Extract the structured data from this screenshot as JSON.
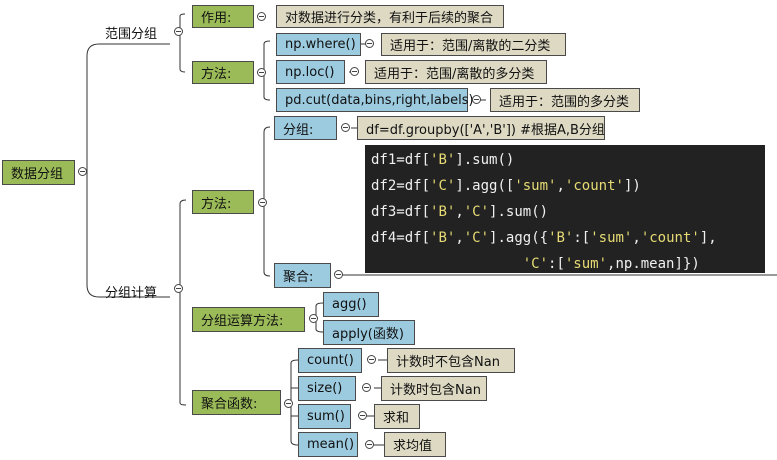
{
  "mindmap": {
    "root": "数据分组",
    "branch1": {
      "label": "范围分组",
      "zuoyong": {
        "label": "作用:",
        "note": "对数据进行分类，有利于后续的聚合"
      },
      "fangfa": {
        "label": "方法:",
        "items": [
          {
            "label": "np.where()",
            "note": "适用于：范围/离散的二分类"
          },
          {
            "label": "np.loc()",
            "note": "适用于：范围/离散的多分类"
          },
          {
            "label": "pd.cut(data,bins,right,labels)",
            "note": "适用于：范围的多分类"
          }
        ]
      }
    },
    "branch2": {
      "label": "分组计算",
      "fangfa": {
        "label": "方法:",
        "fenzu": {
          "label": "分组:",
          "note": "df=df.groupby(['A','B'])  #根据A,B分组"
        },
        "juhe": {
          "label": "聚合:",
          "code": [
            [
              {
                "t": "df1=df[",
                "s": false
              },
              {
                "t": "'B'",
                "s": true
              },
              {
                "t": "].sum()",
                "s": false
              }
            ],
            [
              {
                "t": "df2=df[",
                "s": false
              },
              {
                "t": "'C'",
                "s": true
              },
              {
                "t": "].agg([",
                "s": false
              },
              {
                "t": "'sum'",
                "s": true
              },
              {
                "t": ",",
                "s": false
              },
              {
                "t": "'count'",
                "s": true
              },
              {
                "t": "])",
                "s": false
              }
            ],
            [
              {
                "t": "df3=df[",
                "s": false
              },
              {
                "t": "'B'",
                "s": true
              },
              {
                "t": ",",
                "s": false
              },
              {
                "t": "'C'",
                "s": true
              },
              {
                "t": "].sum()",
                "s": false
              }
            ],
            [
              {
                "t": "df4=df[",
                "s": false
              },
              {
                "t": "'B'",
                "s": true
              },
              {
                "t": ",",
                "s": false
              },
              {
                "t": "'C'",
                "s": true
              },
              {
                "t": "].agg({",
                "s": false
              },
              {
                "t": "'B'",
                "s": true
              },
              {
                "t": ":[",
                "s": false
              },
              {
                "t": "'sum'",
                "s": true
              },
              {
                "t": ",",
                "s": false
              },
              {
                "t": "'count'",
                "s": true
              },
              {
                "t": "],",
                "s": false
              }
            ],
            [
              {
                "t": "                  ",
                "s": false
              },
              {
                "t": "'C'",
                "s": true
              },
              {
                "t": ":[",
                "s": false
              },
              {
                "t": "'sum'",
                "s": true
              },
              {
                "t": ",np.mean]})",
                "s": false
              }
            ]
          ]
        }
      },
      "yunsuan": {
        "label": "分组运算方法:",
        "items": [
          "agg()",
          "apply(函数)"
        ]
      },
      "juhe_hanshu": {
        "label": "聚合函数:",
        "items": [
          {
            "label": "count()",
            "note": "计数时不包含Nan"
          },
          {
            "label": "size()",
            "note": "计数时包含Nan"
          },
          {
            "label": "sum()",
            "note": "求和"
          },
          {
            "label": "mean()",
            "note": "求均值"
          }
        ]
      }
    }
  }
}
